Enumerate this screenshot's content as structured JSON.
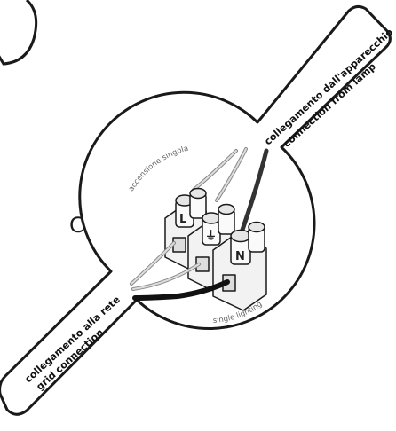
{
  "diagram_label": "C",
  "top_band": {
    "line1": "collegamento dall'apparecchio",
    "line2": "connection from lamp"
  },
  "bottom_band": {
    "line1": "collegamento alla rete",
    "line2": "grid connection"
  },
  "circle_top_label": "accensione singola",
  "circle_bottom_label": "single lighting",
  "terminals": [
    "L",
    "⏚",
    "N"
  ]
}
